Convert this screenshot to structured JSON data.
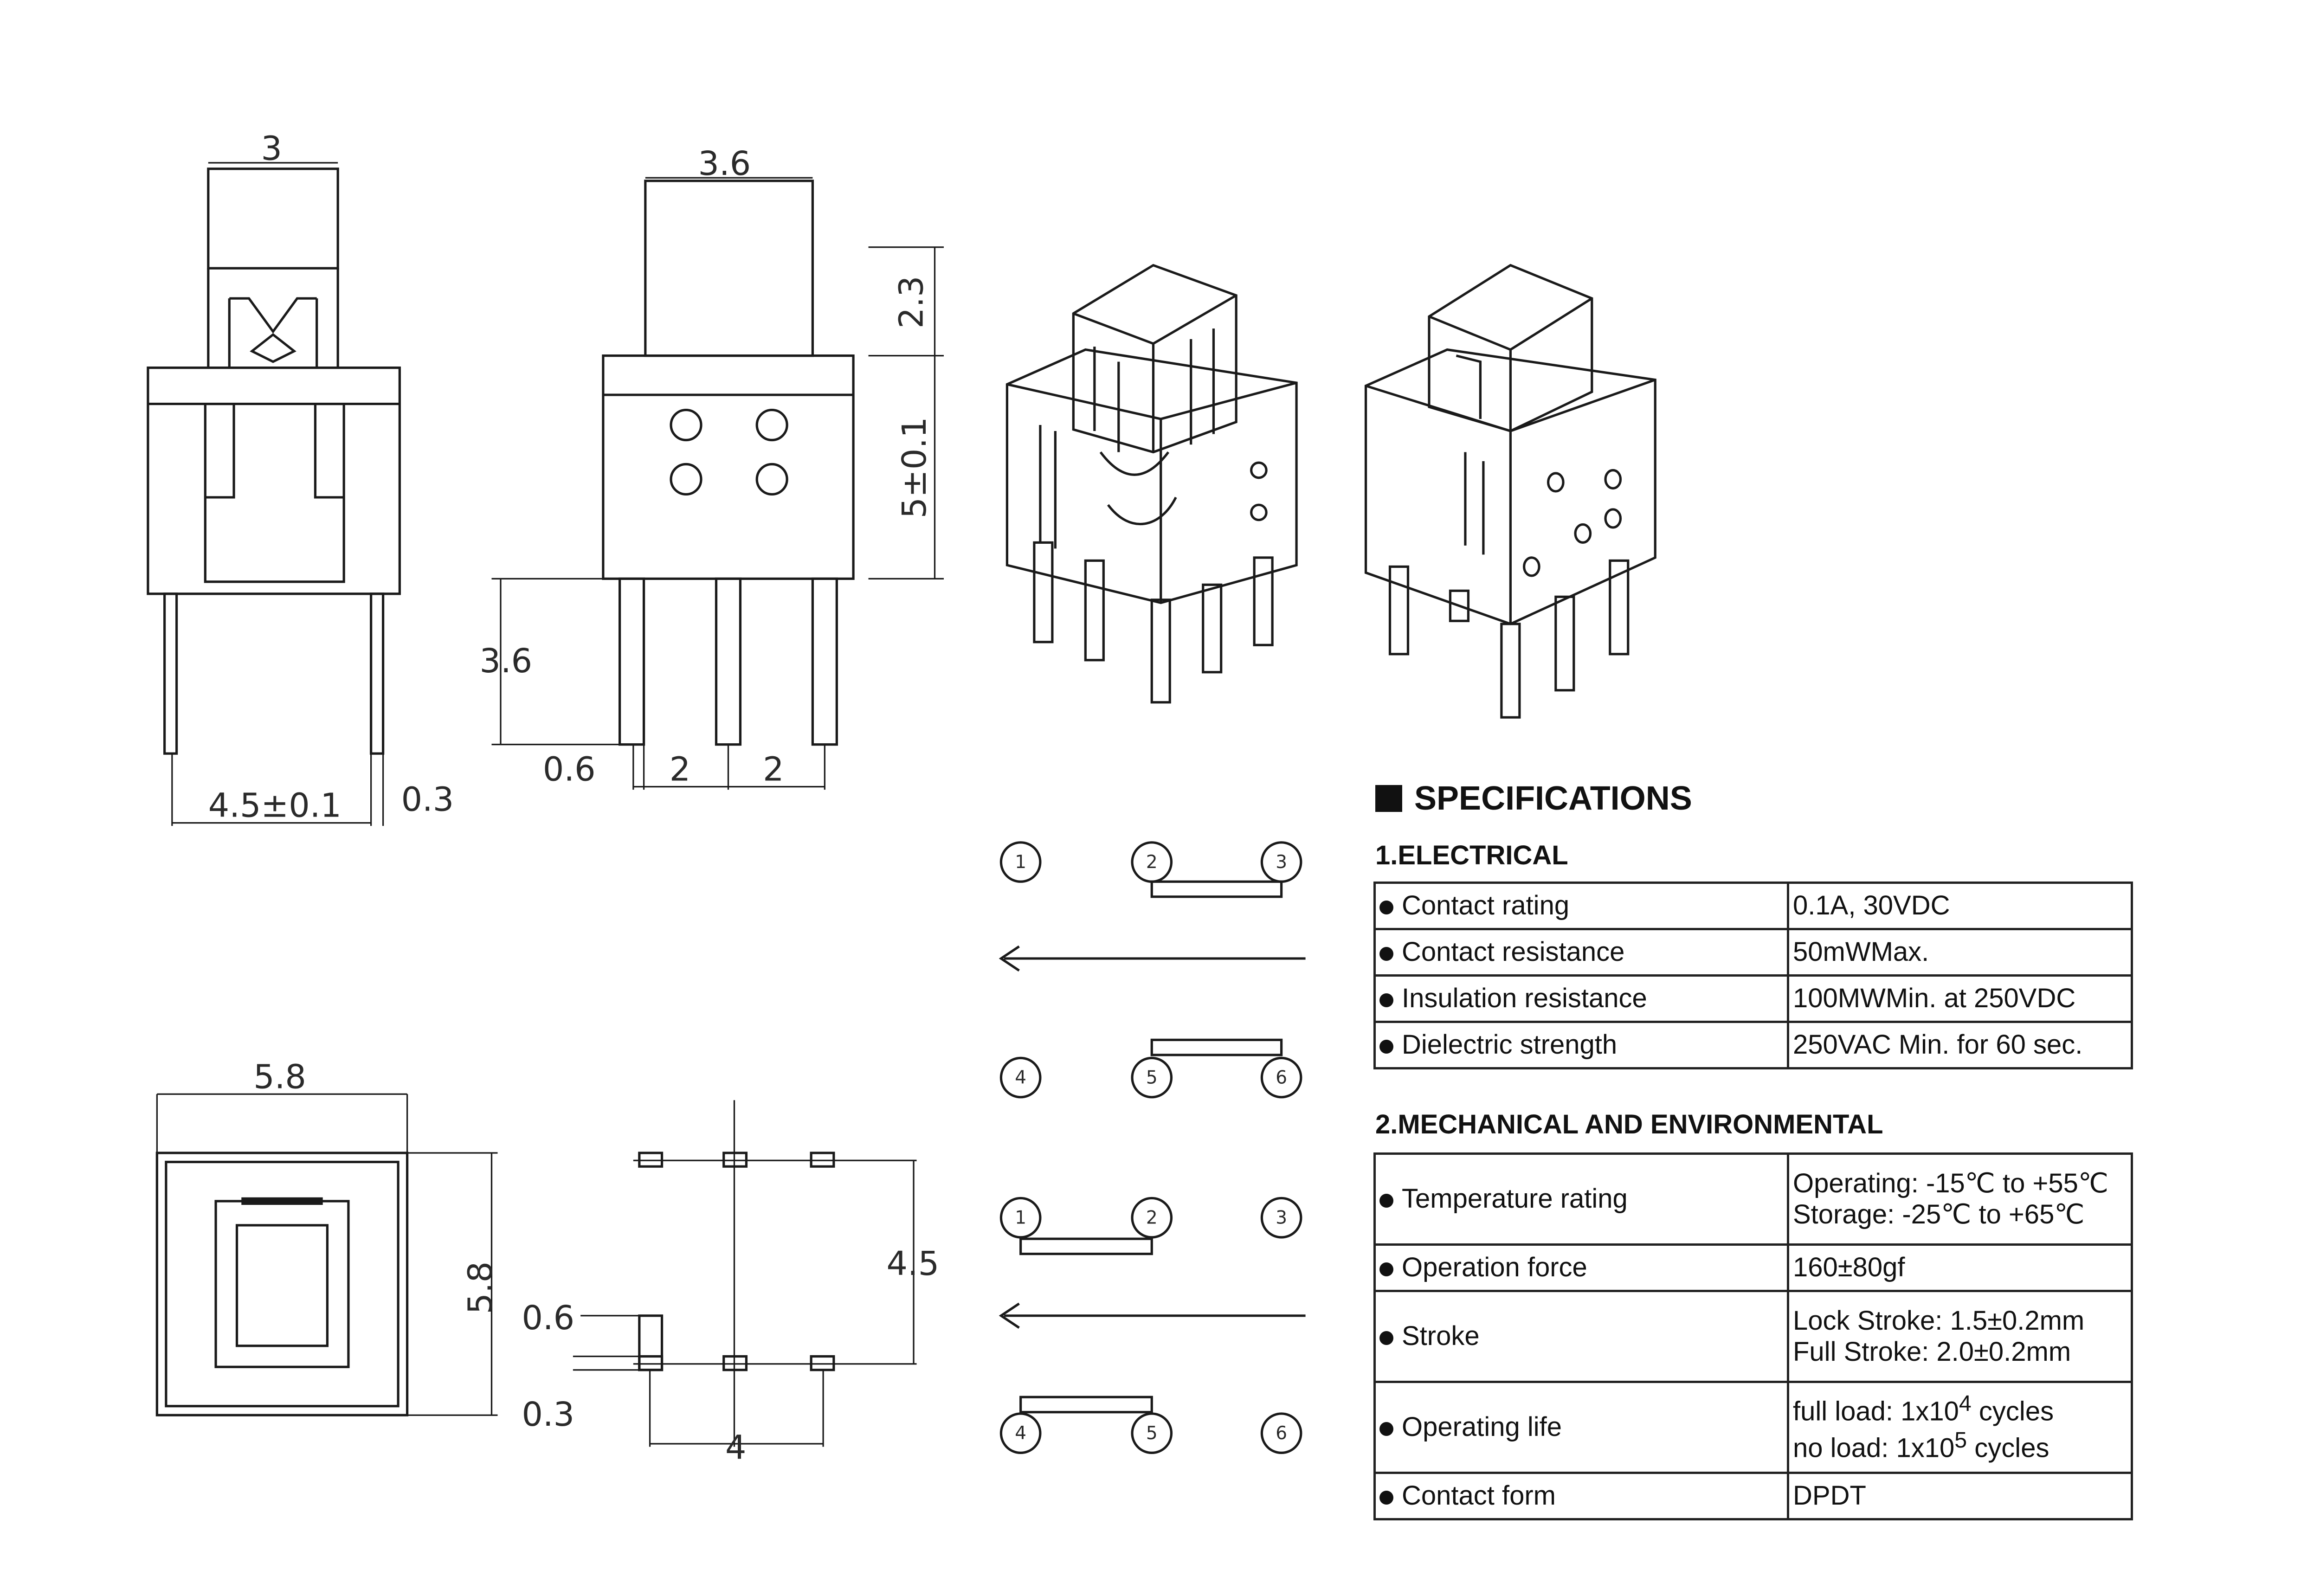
{
  "dimensions": {
    "side_top_width": "3",
    "front_top_width": "3.6",
    "actuator_height": "2.3",
    "body_height": "5±0.1",
    "pin_length": "3.6",
    "pin_gap": "0.6",
    "pin_pitch_a": "2",
    "pin_pitch_b": "2",
    "side_pin_span": "4.5±0.1",
    "pin_thickness": "0.3",
    "top_width": "5.8",
    "top_height": "5.8",
    "row_spacing": "4.5",
    "pad_width": "0.6",
    "pad_thickness": "0.3",
    "pad_pitch": "4"
  },
  "schematic": {
    "pins": [
      "1",
      "2",
      "3",
      "4",
      "5",
      "6"
    ]
  },
  "specifications": {
    "title": "SPECIFICATIONS",
    "electrical": {
      "heading": "1.ELECTRICAL",
      "rows": [
        {
          "label": "Contact rating",
          "value": "0.1A, 30VDC"
        },
        {
          "label": "Contact resistance",
          "value": "50mWMax."
        },
        {
          "label": "Insulation resistance",
          "value": "100MWMin. at 250VDC"
        },
        {
          "label": "Dielectric strength",
          "value": "250VAC Min. for 60 sec."
        }
      ]
    },
    "mechanical": {
      "heading": "2.MECHANICAL AND ENVIRONMENTAL",
      "rows": [
        {
          "label": "Temperature rating",
          "value1": "Operating: -15℃ to +55℃",
          "value2": "Storage: -25℃ to +65℃"
        },
        {
          "label": "Operation force",
          "value1": "160±80gf"
        },
        {
          "label": "Stroke",
          "value1": "Lock Stroke: 1.5±0.2mm",
          "value2": "Full Stroke: 2.0±0.2mm"
        },
        {
          "label": "Operating life",
          "value1": "full load: 1x10",
          "sup1": "4",
          "tail1": " cycles",
          "value2": "no load: 1x10",
          "sup2": "5",
          "tail2": " cycles"
        },
        {
          "label": "Contact form",
          "value1": "DPDT"
        }
      ]
    }
  }
}
